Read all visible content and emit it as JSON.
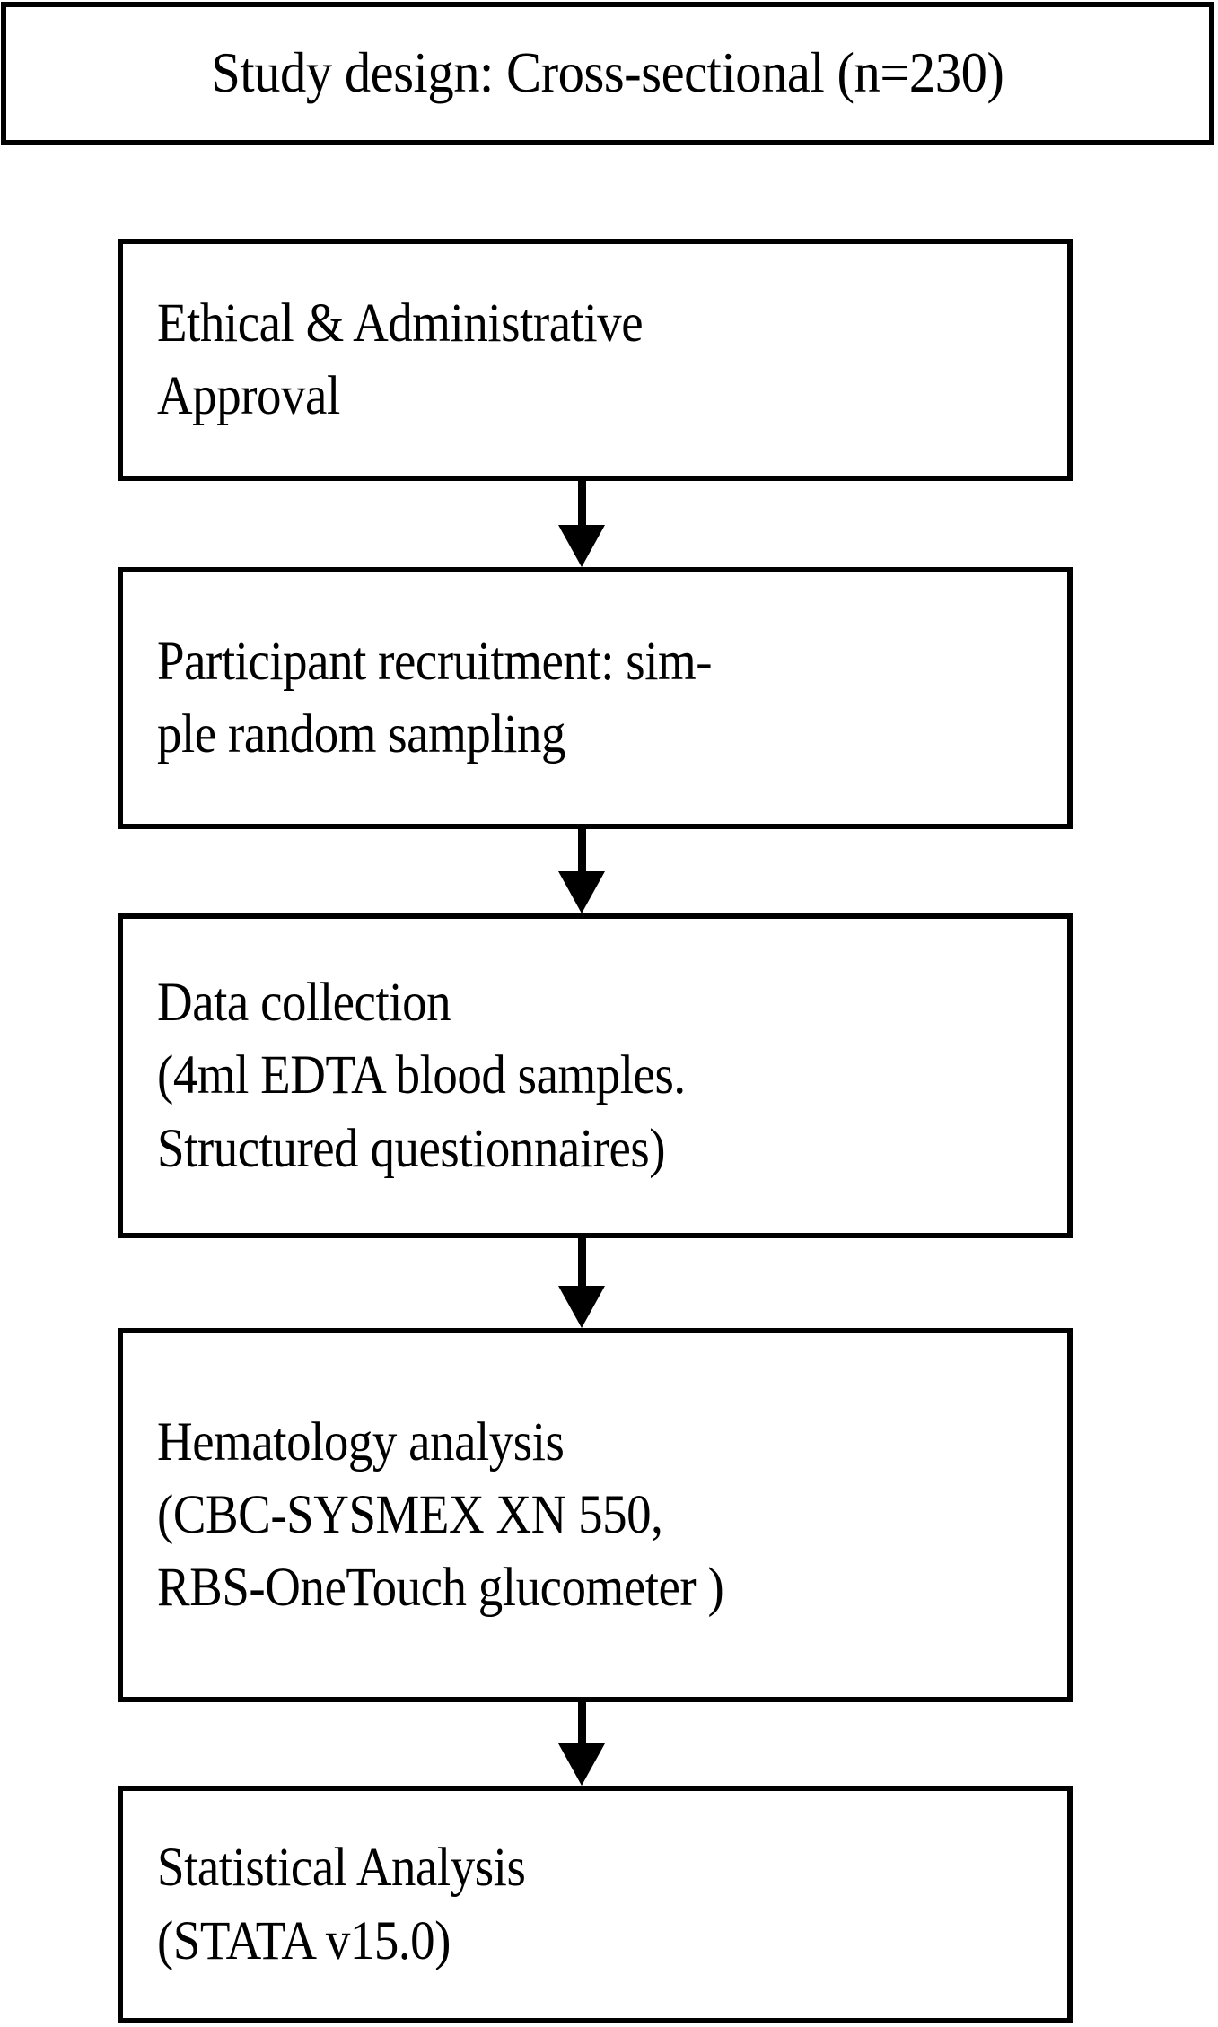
{
  "figure": {
    "type": "flowchart",
    "orientation": "vertical",
    "background_color": "#ffffff",
    "line_color": "#000000",
    "text_color": "#000000"
  },
  "nodes": [
    {
      "id": "study-design",
      "name": "study-design-box",
      "lines": [
        "Study design: Cross-sectional (n=230)"
      ],
      "align": "center"
    },
    {
      "id": "ethical-approval",
      "name": "ethical-approval-box",
      "lines": [
        "Ethical & Administrative",
        "Approval"
      ],
      "align": "left"
    },
    {
      "id": "participant-recruitment",
      "name": "participant-recruitment-box",
      "lines": [
        "Participant recruitment: sim-",
        "ple random sampling"
      ],
      "align": "left"
    },
    {
      "id": "data-collection",
      "name": "data-collection-box",
      "lines": [
        "Data collection",
        "(4ml EDTA blood samples.",
        "Structured questionnaires)"
      ],
      "align": "left"
    },
    {
      "id": "hematology-analysis",
      "name": "hematology-analysis-box",
      "lines": [
        "Hematology analysis",
        "(CBC-SYSMEX XN 550,",
        "RBS-OneTouch glucometer )"
      ],
      "align": "left"
    },
    {
      "id": "statistical-analysis",
      "name": "statistical-analysis-box",
      "lines": [
        "Statistical Analysis",
        "(STATA v15.0)"
      ],
      "align": "left"
    }
  ],
  "connectors": [
    {
      "from": "ethical-approval",
      "to": "participant-recruitment",
      "style": "solid-arrow-down"
    },
    {
      "from": "participant-recruitment",
      "to": "data-collection",
      "style": "solid-arrow-down"
    },
    {
      "from": "data-collection",
      "to": "hematology-analysis",
      "style": "solid-arrow-down"
    },
    {
      "from": "hematology-analysis",
      "to": "statistical-analysis",
      "style": "solid-arrow-down"
    }
  ]
}
